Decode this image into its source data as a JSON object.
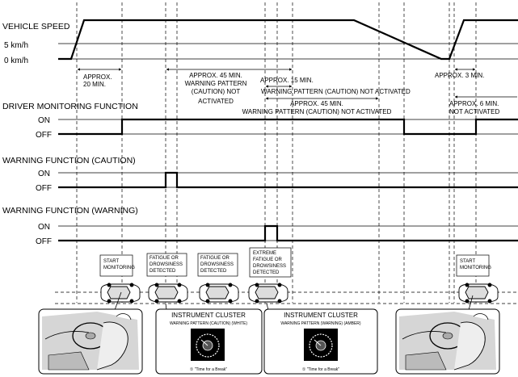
{
  "sections": {
    "vehicle_speed": {
      "title": "VEHICLE SPEED",
      "levels": [
        "5 km/h",
        "0 km/h"
      ]
    },
    "driver_monitoring": {
      "title": "DRIVER MONITORING FUNCTION",
      "levels": [
        "ON",
        "OFF"
      ]
    },
    "warning_caution": {
      "title": "WARNING FUNCTION (CAUTION)",
      "levels": [
        "ON",
        "OFF"
      ]
    },
    "warning_warning": {
      "title": "WARNING FUNCTION (WARNING)",
      "levels": [
        "ON",
        "OFF"
      ]
    }
  },
  "annotations": {
    "approx_20": [
      "APPROX.",
      "20 MIN."
    ],
    "approx_45_left": [
      "APPROX. 45 MIN.",
      "WARNING PATTERN",
      "(CAUTION) NOT",
      "ACTIVATED"
    ],
    "approx_15": [
      "APPROX. 15 MIN.",
      "WARNING PATTERN (CAUTION) NOT ACTIVATED"
    ],
    "approx_45_mid": [
      "APPROX. 45 MIN.",
      "WARNING PATTERN (CAUTION) NOT ACTIVATED"
    ],
    "approx_3": "APPROX. 3 MIN.",
    "approx_6": [
      "APPROX. 6 MIN.",
      "NOT ACTIVATED"
    ]
  },
  "events": {
    "start_1": [
      "START",
      "MONITORING"
    ],
    "fatigue_1": [
      "FATIGUE OR",
      "DROWSINESS",
      "DETECTED"
    ],
    "fatigue_2": [
      "FATIGUE OR",
      "DROWSINESS",
      "DETECTED"
    ],
    "extreme": [
      "EXTREME",
      "FATIGUE OR",
      "DROWSINESS",
      "DETECTED"
    ],
    "start_2": [
      "START",
      "MONITORING"
    ]
  },
  "clusters": {
    "caution": {
      "title": "INSTRUMENT CLUSTER",
      "subtitle": "WARNING PATTERN (CAUTION) (WHITE)",
      "caption": "① \"Time for a Break\""
    },
    "warning": {
      "title": "INSTRUMENT CLUSTER",
      "subtitle": "WARNING PATTERN (WARNING) (AMBER)",
      "caption": "① \"Time for a Break\""
    }
  }
}
